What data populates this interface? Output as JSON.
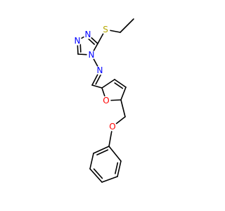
{
  "molecule": {
    "colors": {
      "bond": "#000000",
      "carbon": "#000000",
      "nitrogen": "#0000ff",
      "oxygen": "#ff0000",
      "sulfur": "#b5a800"
    },
    "atom_labels": [
      {
        "id": "S1",
        "text": "S",
        "element": "sulfur"
      },
      {
        "id": "N1",
        "text": "N",
        "element": "nitrogen"
      },
      {
        "id": "N2",
        "text": "N",
        "element": "nitrogen"
      },
      {
        "id": "N4",
        "text": "N",
        "element": "nitrogen"
      },
      {
        "id": "Nim",
        "text": "N",
        "element": "nitrogen"
      },
      {
        "id": "Ofur",
        "text": "O",
        "element": "oxygen"
      },
      {
        "id": "Oeth",
        "text": "O",
        "element": "oxygen"
      }
    ]
  }
}
